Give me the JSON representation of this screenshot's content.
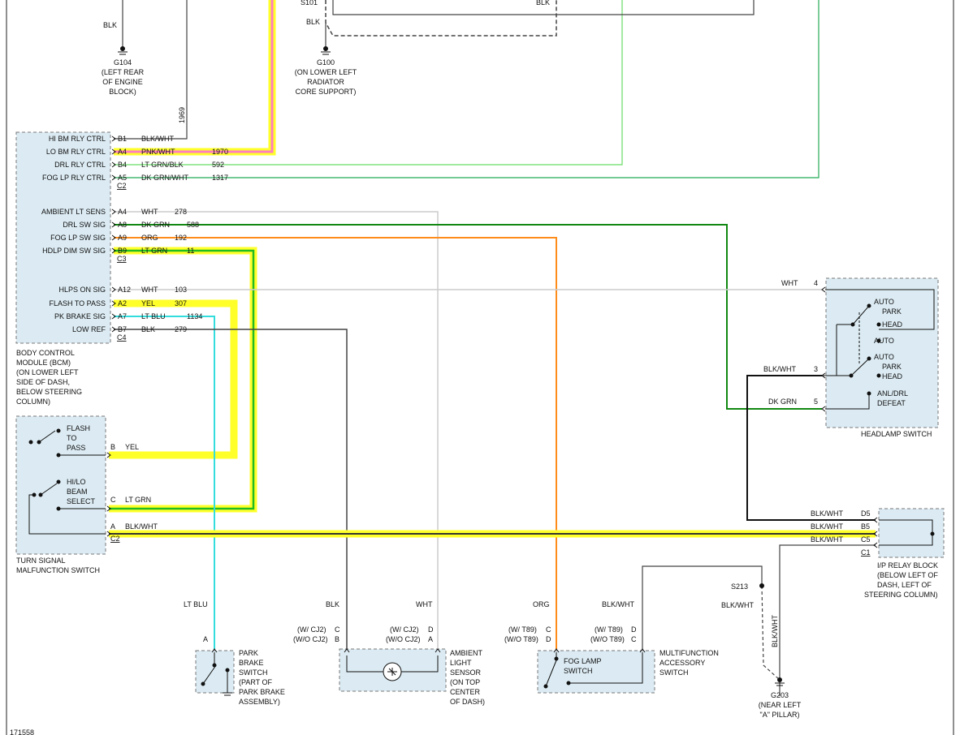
{
  "diagram_id": "171558",
  "top": {
    "blk1": "BLK",
    "blk2": "BLK",
    "s101": "S101",
    "blk_r": "BLK",
    "wire_1969": "1969",
    "g104": [
      "G104",
      "(LEFT REAR",
      "OF ENGINE",
      "BLOCK)"
    ],
    "g100": [
      "G100",
      "(ON LOWER LEFT",
      "RADIATOR",
      "CORE SUPPORT)"
    ]
  },
  "bcm": {
    "c2": {
      "rows": [
        {
          "label": "HI BM RLY CTRL",
          "pin": "B1",
          "wire": "BLK/WHT",
          "num": ""
        },
        {
          "label": "LO BM RLY CTRL",
          "pin": "A4",
          "wire": "PNK/WHT",
          "num": "1970"
        },
        {
          "label": "DRL RLY CTRL",
          "pin": "B4",
          "wire": "LT GRN/BLK",
          "num": "592"
        },
        {
          "label": "FOG LP RLY CTRL",
          "pin": "A5",
          "wire": "DK GRN/WHT",
          "num": "1317"
        }
      ],
      "connector": "C2"
    },
    "c3": {
      "rows": [
        {
          "label": "AMBIENT LT SENS",
          "pin": "A4",
          "wire": "WHT",
          "num": "278"
        },
        {
          "label": "DRL SW SIG",
          "pin": "A8",
          "wire": "DK GRN",
          "num": "588"
        },
        {
          "label": "FOG LP SW SIG",
          "pin": "A9",
          "wire": "ORG",
          "num": "192"
        },
        {
          "label": "HDLP DIM SW SIG",
          "pin": "B9",
          "wire": "LT GRN",
          "num": "11"
        }
      ],
      "connector": "C3"
    },
    "c4": {
      "rows": [
        {
          "label": "HLPS ON SIG",
          "pin": "A12",
          "wire": "WHT",
          "num": "103"
        },
        {
          "label": "FLASH TO PASS",
          "pin": "A2",
          "wire": "YEL",
          "num": "307"
        },
        {
          "label": "PK BRAKE SIG",
          "pin": "A7",
          "wire": "LT BLU",
          "num": "1134"
        },
        {
          "label": "LOW REF",
          "pin": "B7",
          "wire": "BLK",
          "num": "279"
        }
      ],
      "connector": "C4"
    },
    "caption": [
      "BODY CONTROL",
      "MODULE (BCM)",
      "(ON LOWER LEFT",
      "SIDE OF DASH,",
      "BELOW STEERING",
      "COLUMN)"
    ]
  },
  "turn_switch": {
    "flash": [
      "FLASH",
      "TO",
      "PASS"
    ],
    "hilo": [
      "HI/LO",
      "BEAM",
      "SELECT"
    ],
    "pin_b": "B",
    "wire_b": "YEL",
    "pin_c": "C",
    "wire_c": "LT GRN",
    "pin_a": "A",
    "wire_a": "BLK/WHT",
    "connector": "C2",
    "caption": [
      "TURN SIGNAL",
      "MALFUNCTION SWITCH"
    ]
  },
  "headlamp_switch": {
    "wire_4": "WHT",
    "pin_4": "4",
    "wire_3": "BLK/WHT",
    "pin_3": "3",
    "wire_5": "DK GRN",
    "pin_5": "5",
    "pos1": [
      "AUTO",
      "PARK",
      "HEAD"
    ],
    "pos_auto": "AUTO",
    "pos2": [
      "AUTO",
      "PARK",
      "HEAD"
    ],
    "pos3": [
      "ANL/DRL",
      "DEFEAT"
    ],
    "caption": "HEADLAMP SWITCH"
  },
  "relay_block": {
    "rows": [
      {
        "wire": "BLK/WHT",
        "pin": "D5"
      },
      {
        "wire": "BLK/WHT",
        "pin": "B5"
      },
      {
        "wire": "BLK/WHT",
        "pin": "C5"
      }
    ],
    "pin_c1": "C1",
    "caption": [
      "I/P RELAY BLOCK",
      "(BELOW LEFT OF",
      "DASH, LEFT OF",
      "STEERING COLUMN)"
    ]
  },
  "park_brake": {
    "wire": "LT BLU",
    "pin": "A",
    "caption": [
      "PARK",
      "BRAKE",
      "SWITCH",
      "(PART OF",
      "PARK BRAKE",
      "ASSEMBLY)"
    ]
  },
  "ambient": {
    "wire_blk": "BLK",
    "wire_wht": "WHT",
    "left_opt": [
      "(W/ CJ2)",
      "(W/O CJ2)"
    ],
    "left_pins": [
      "C",
      "B"
    ],
    "right_opt": [
      "(W/ CJ2)",
      "(W/O CJ2)"
    ],
    "right_pins": [
      "D",
      "A"
    ],
    "caption": [
      "AMBIENT",
      "LIGHT",
      "SENSOR",
      "(ON TOP",
      "CENTER",
      "OF DASH)"
    ]
  },
  "fog": {
    "wire_org": "ORG",
    "wire_blkwht": "BLK/WHT",
    "left_opt": [
      "(W/ T89)",
      "(W/O T89)"
    ],
    "left_pins": [
      "C",
      "D"
    ],
    "right_opt": [
      "(W/ T89)",
      "(W/O T89)"
    ],
    "right_pins": [
      "D",
      "C"
    ],
    "label": [
      "FOG LAMP",
      "SWITCH"
    ],
    "caption": [
      "MULTIFUNCTION",
      "ACCESSORY",
      "SWITCH"
    ]
  },
  "ground": {
    "s213": "S213",
    "wire": "BLK/WHT",
    "vertical": "BLK/WHT",
    "g203": [
      "G203",
      "(NEAR LEFT",
      "\"A\" PILLAR)"
    ]
  }
}
